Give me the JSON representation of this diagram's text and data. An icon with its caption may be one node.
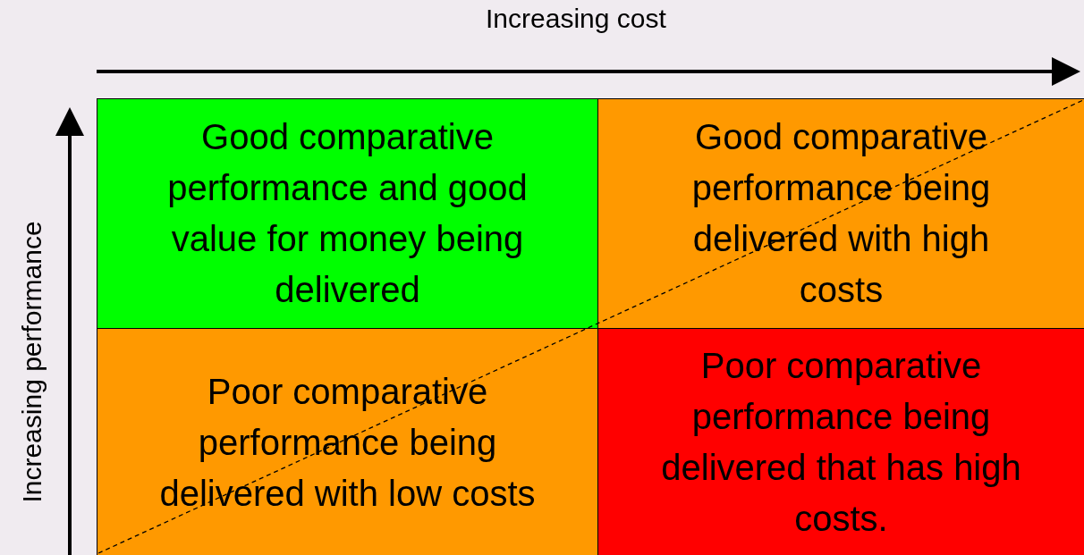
{
  "diagram": {
    "nodes": [
      {
        "text": [
          "Good comparative performance and good value for money being delivered"
        ]
      },
      {
        "text": [
          "Good comparative performance being delivered with high costs"
        ]
      },
      {
        "text": [
          "Poor comparative performance being delivered with low costs"
        ]
      },
      {
        "text": [
          "Poor comparative performance being delivered that has high costs."
        ]
      }
    ],
    "labels": [
      "Increasing cost",
      "Increasing performance"
    ]
  }
}
